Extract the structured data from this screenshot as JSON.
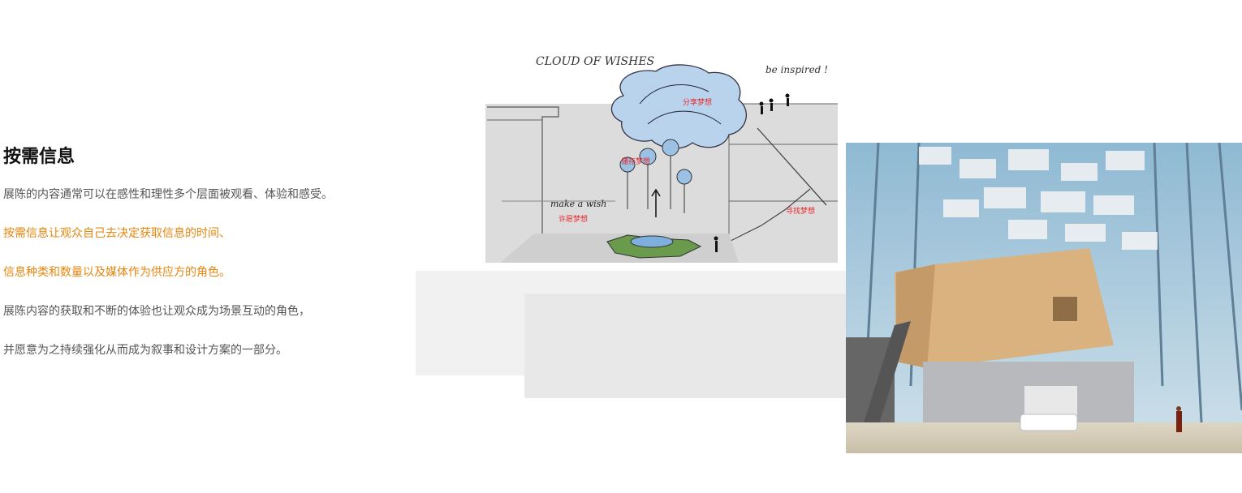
{
  "section": {
    "title": "按需信息",
    "paragraphs": [
      "展陈的内容通常可以在感性和理性多个层面被观看、体验和感受。",
      "按需信息让观众自己去决定获取信息的时间、",
      "信息种类和数量以及媒体作为供应方的角色。",
      "展陈内容的获取和不断的体验也让观众成为场景互动的角色，",
      "并愿意为之持续强化从而成为叙事和设计方案的一部分。"
    ]
  },
  "colors": {
    "text": "#555555",
    "accent": "#e8850c",
    "title": "#111111",
    "sketch_label": "#e8262c"
  },
  "sketch": {
    "heading": "CLOUD OF WISHES",
    "tagline": "be inspired !",
    "make_wish": "make a wish",
    "labels": {
      "share": "分享梦想",
      "store": "储存梦想",
      "make": "许愿梦想",
      "find": "寻找梦想"
    }
  }
}
